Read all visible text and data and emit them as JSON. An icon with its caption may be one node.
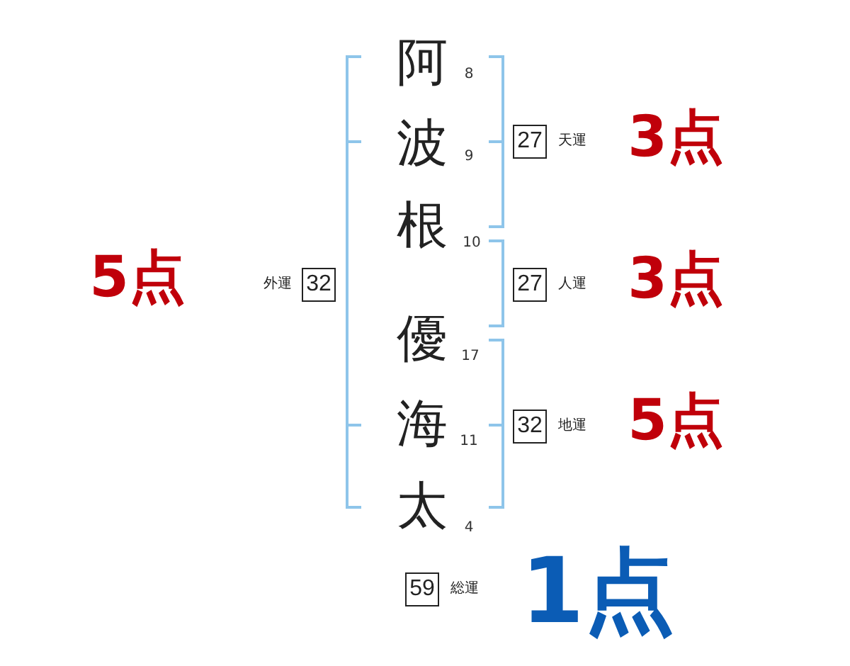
{
  "diagram": {
    "nodes": [
      {
        "text": [
          "27"
        ],
        "beside": [
          "天運"
        ]
      },
      {
        "text": [
          "32"
        ],
        "beside": [
          "外運"
        ]
      },
      {
        "text": [
          "27"
        ],
        "beside": [
          "人運"
        ]
      },
      {
        "text": [
          "32"
        ],
        "beside": [
          "地運"
        ]
      },
      {
        "text": [
          "59"
        ],
        "beside": [
          "総運"
        ]
      }
    ],
    "labels": [
      "阿",
      "8",
      "波",
      "9",
      "3点",
      "根",
      "10",
      "5点",
      "3点",
      "優",
      "17",
      "海",
      "11",
      "5点",
      "太",
      "4",
      "1点"
    ]
  }
}
